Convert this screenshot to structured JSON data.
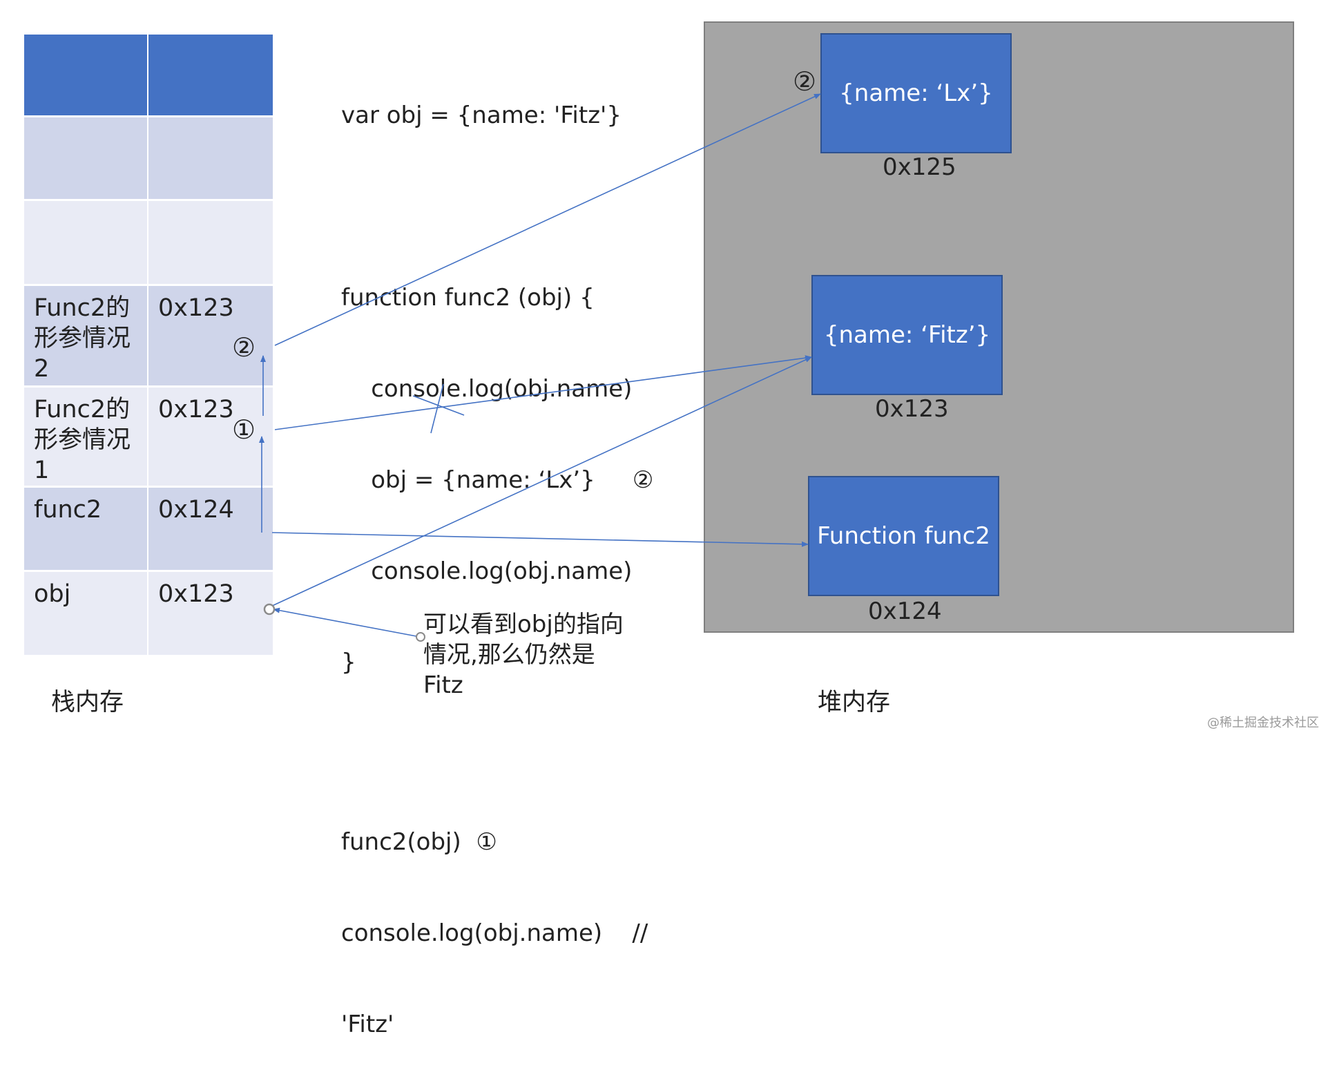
{
  "stack": {
    "label": "栈内存",
    "rows": [
      {
        "name": "",
        "value": ""
      },
      {
        "name": "",
        "value": ""
      },
      {
        "name": "",
        "value": ""
      },
      {
        "name": "Func2的\n形参情况\n2",
        "value": "0x123"
      },
      {
        "name": "Func2的\n形参情况\n1",
        "value": "0x123"
      },
      {
        "name": "func2",
        "value": "0x124"
      },
      {
        "name": "obj",
        "value": "0x123"
      }
    ]
  },
  "code": {
    "lines": [
      "var obj = {name: 'Fitz'}",
      "",
      "function func2 (obj) {",
      "    console.log(obj.name)",
      "    obj = {name: ‘Lx’}     ②",
      "    console.log(obj.name)",
      "}",
      "",
      "func2(obj)  ①",
      "console.log(obj.name)    //",
      "'Fitz'"
    ]
  },
  "heap": {
    "label": "堆内存",
    "objects": [
      {
        "content": "{name: ‘Lx’}",
        "address": "0x125"
      },
      {
        "content": "{name: ‘Fitz’}",
        "address": "0x123"
      },
      {
        "content": "Function func2",
        "address": "0x124"
      }
    ]
  },
  "markers": {
    "two": "②",
    "one": "①"
  },
  "note": {
    "lines": [
      "可以看到obj的指向",
      "情况,那么仍然是",
      "Fitz"
    ]
  },
  "watermark": "@稀土掘金技术社区",
  "colors": {
    "header_blue": "#4472c4",
    "row_dark": "#cfd5ea",
    "row_light": "#e9ebf5",
    "heap_gray": "#a5a5a5",
    "arrow_blue": "#4472c4"
  }
}
